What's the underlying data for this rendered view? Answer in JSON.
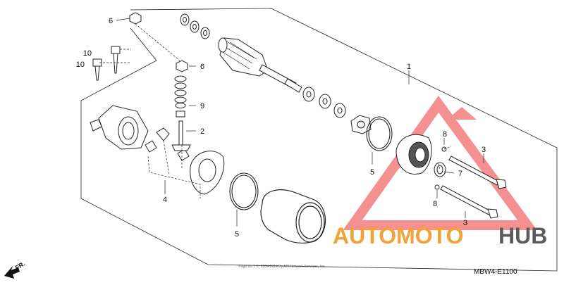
{
  "diagram": {
    "diagram_code": "MBW4-E1100",
    "copyright_line": "Page bis 1 ©, 2004-2014 By ARI Network Services, Inc.",
    "front_marker": "FR.",
    "callouts": [
      {
        "label": "1",
        "part": "starter-motor-assembly"
      },
      {
        "label": "2",
        "part": "terminal-bolt"
      },
      {
        "label": "3",
        "part": "through-bolt-upper"
      },
      {
        "label": "3",
        "part": "through-bolt-lower"
      },
      {
        "label": "4",
        "part": "brush-set"
      },
      {
        "label": "5",
        "part": "o-ring-left"
      },
      {
        "label": "5",
        "part": "o-ring-right"
      },
      {
        "label": "6",
        "part": "nut-top"
      },
      {
        "label": "6",
        "part": "nut-stack"
      },
      {
        "label": "7",
        "part": "seal"
      },
      {
        "label": "8",
        "part": "o-ring-small-upper"
      },
      {
        "label": "8",
        "part": "o-ring-small-lower"
      },
      {
        "label": "9",
        "part": "washer"
      },
      {
        "label": "10",
        "part": "bolt-upper"
      },
      {
        "label": "10",
        "part": "bolt-lower"
      }
    ]
  },
  "watermark": {
    "brand_part1": "AUTOMOTO",
    "brand_part2": "HUB",
    "colors": {
      "triangle": "#f26b6b",
      "brand_part1": "#f2a23a",
      "brand_part2": "#5b5b5b"
    }
  }
}
